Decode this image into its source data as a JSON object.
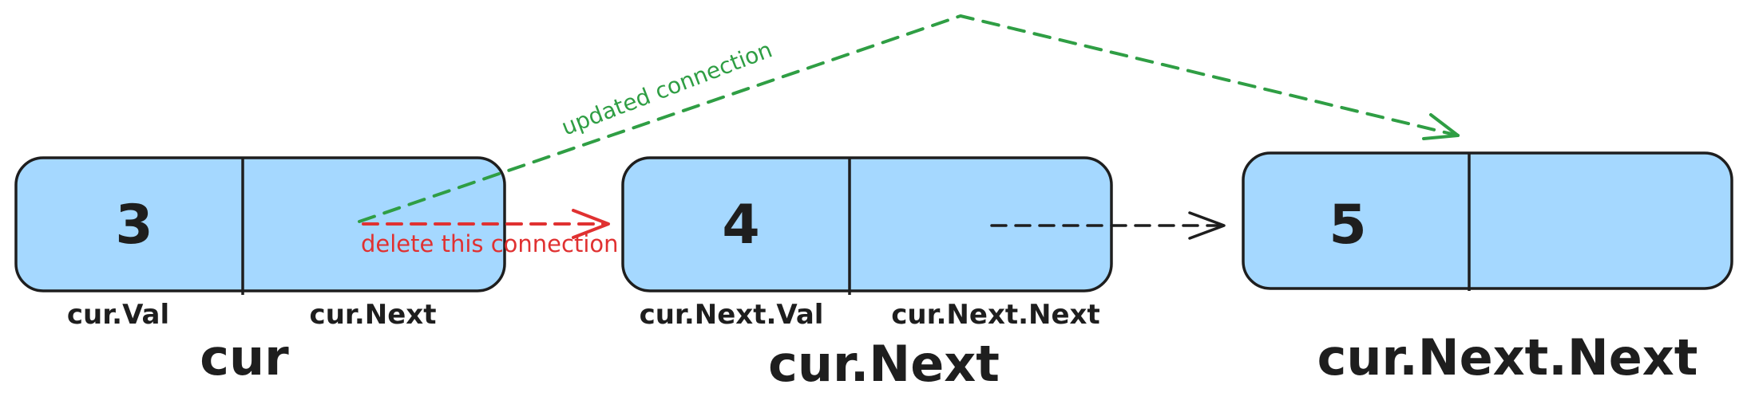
{
  "nodes": [
    {
      "value": "3",
      "val_label": "cur.Val",
      "next_label": "cur.Next",
      "name": "cur"
    },
    {
      "value": "4",
      "val_label": "cur.Next.Val",
      "next_label": "cur.Next.Next",
      "name": "cur.Next"
    },
    {
      "value": "5",
      "name": "cur.Next.Next"
    }
  ],
  "annotations": {
    "delete": "delete this connection",
    "updated": "updated connection"
  },
  "colors": {
    "node_fill": "#a5d8ff",
    "node_stroke": "#1e1e1e",
    "delete_arrow": "#e03131",
    "updated_arrow": "#2f9e44",
    "default_arrow": "#1e1e1e"
  }
}
